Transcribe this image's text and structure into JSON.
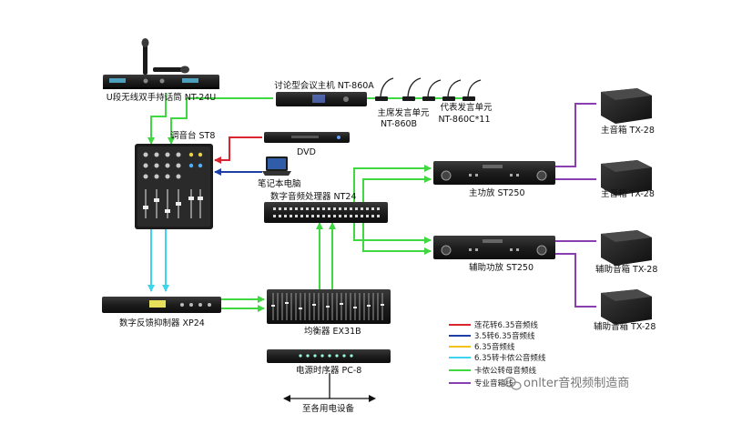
{
  "devices": {
    "wireless_mic": "U段无线双手持话筒 NT-24U",
    "conference_host": "讨论型会议主机 NT-860A",
    "chairman_unit_line1": "主席发言单元",
    "chairman_unit_line2": "NT-860B",
    "delegate_unit_line1": "代表发言单元",
    "delegate_unit_line2": "NT-860C*11",
    "mixer": "调音台 ST8",
    "dvd": "DVD",
    "laptop": "笔记本电脑",
    "processor": "数字音频处理器 NT24",
    "main_amp": "主功放 ST250",
    "aux_amp": "辅助功放 ST250",
    "main_speaker_1": "主音箱 TX-28",
    "main_speaker_2": "主音箱 TX-28",
    "aux_speaker_1": "辅助音箱 TX-28",
    "aux_speaker_2": "辅助音箱 TX-28",
    "feedback_suppressor": "数字反馈抑制器 XP24",
    "equalizer": "均衡器 EX31B",
    "power_sequencer": "电源时序器 PC-8",
    "to_devices": "至各用电设备"
  },
  "legend": [
    {
      "label": "莲花转6.35音频线",
      "color": "#d9262e"
    },
    {
      "label": "3.5转6.35音频线",
      "color": "#1f3fa8"
    },
    {
      "label": "6.35音频线",
      "color": "#f2c318"
    },
    {
      "label": "6.35转卡侬公音频线",
      "color": "#3ed3ee"
    },
    {
      "label": "卡侬公转母音频线",
      "color": "#40d840"
    },
    {
      "label": "专业音箱线",
      "color": "#8a3fb0"
    }
  ],
  "watermark": "onlter音视频制造商",
  "colors": {
    "red": "#d9262e",
    "blue": "#1f3fa8",
    "yellow": "#f2c318",
    "cyan": "#3ed3ee",
    "green": "#40d840",
    "purple": "#8a3fb0",
    "device": "#1c1c1c"
  }
}
